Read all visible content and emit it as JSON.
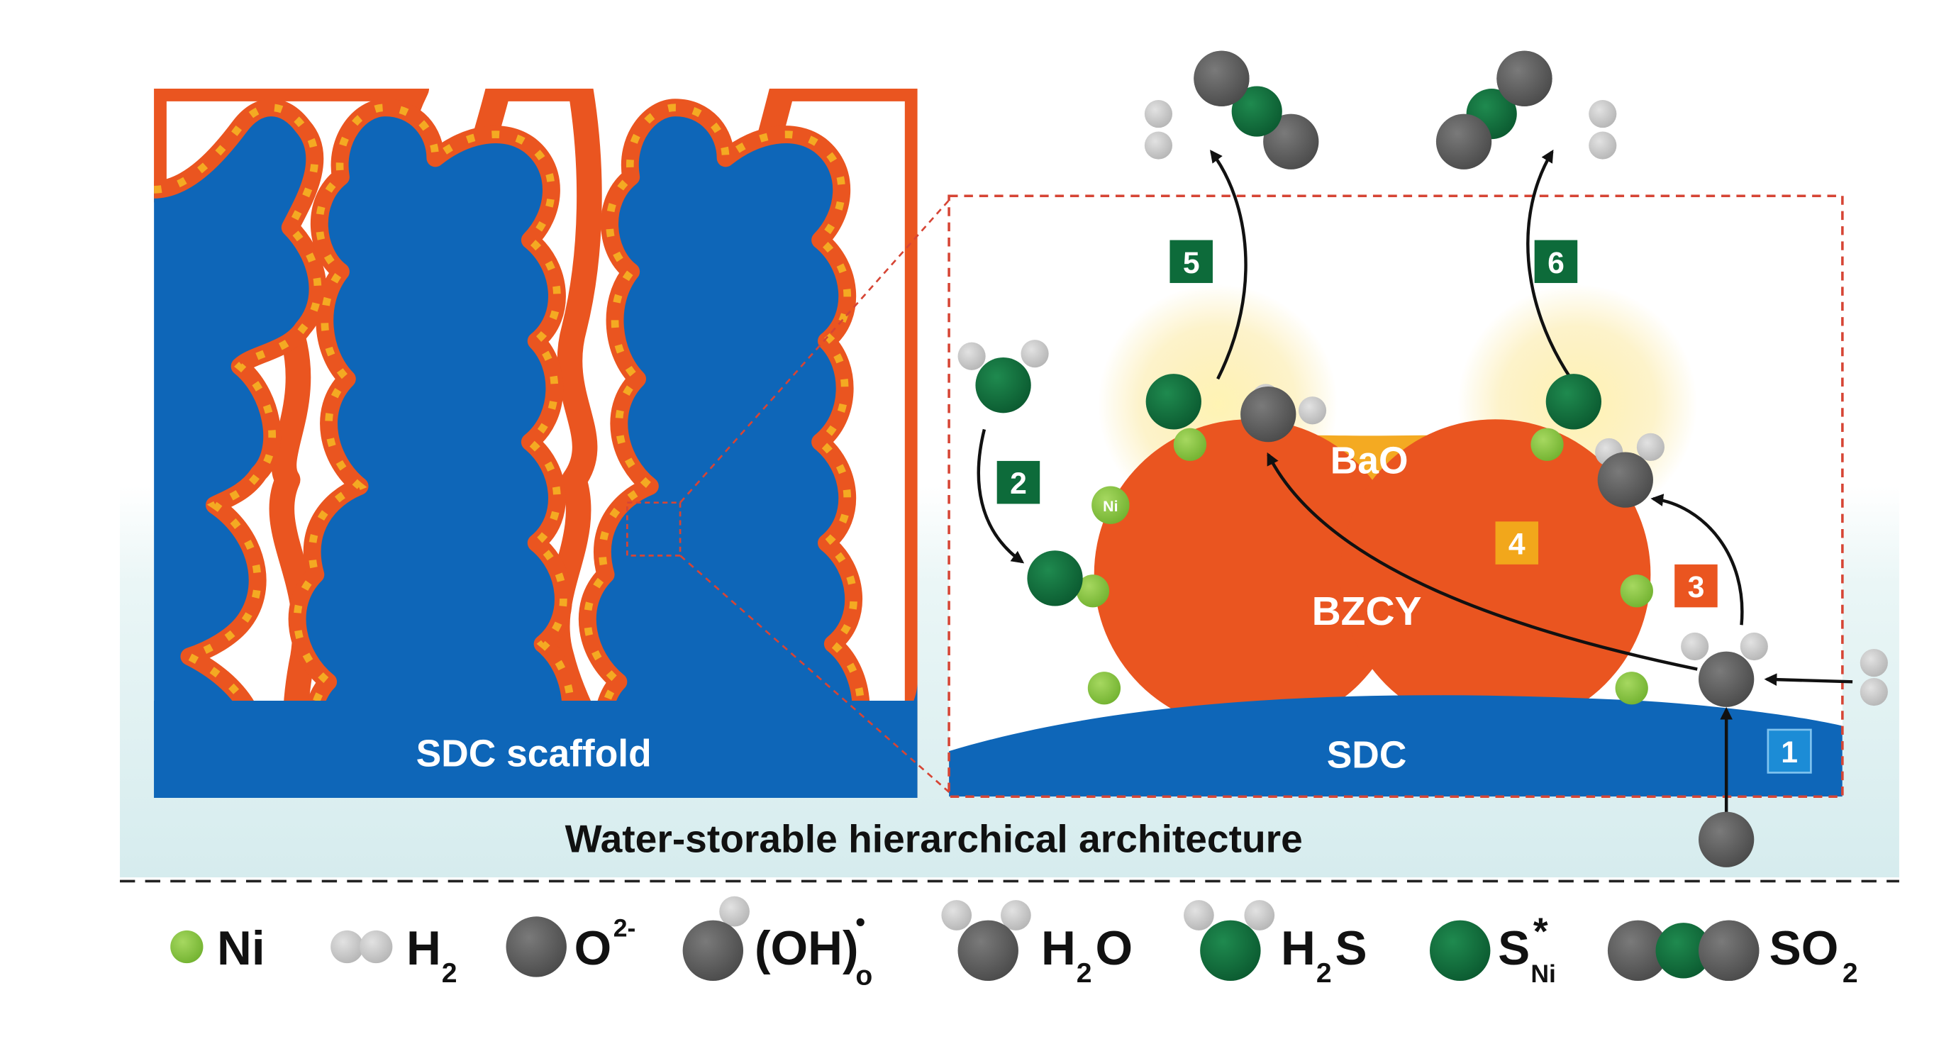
{
  "diagram": {
    "scaffold_label": "SDC scaffold",
    "architecture_caption": "Water-storable hierarchical architecture",
    "zoom": {
      "layer_sdc": "SDC",
      "layer_bzcy": "BZCY",
      "layer_bao": "BaO",
      "ni_particle_label": "Ni",
      "steps": [
        "1",
        "2",
        "3",
        "4",
        "5",
        "6"
      ]
    }
  },
  "legend": {
    "ni": "Ni",
    "h2": "H",
    "h2_sub": "2",
    "o": "O",
    "o_sup": "2-",
    "oh_open": "(OH)",
    "oh_sup": "•",
    "oh_sub": "o",
    "h2o_h": "H",
    "h2o_sub": "2",
    "h2o_o": "O",
    "h2s_h": "H",
    "h2s_sub": "2",
    "h2s_s": "S",
    "sni_s": "S",
    "sni_sup": "*",
    "sni_sub": "Ni",
    "so2_so": "SO",
    "so2_sub": "2"
  },
  "colors": {
    "sdc_blue": "#0e66b8",
    "bzcy_orange": "#ea5520",
    "bao_yellow": "#f4aa22",
    "ni_green": "#8cc63f",
    "sulfur_green": "#0d6b3a",
    "oxygen_gray": "#5a5a5a",
    "hydrogen_gray": "#c8c8c8",
    "step_dark_green": "#0d6b3a",
    "step_orange": "#ea5520",
    "step_yellow": "#f2a71b",
    "step_blue": "#1c8cd6",
    "zoom_border_red": "#d64535",
    "water_tint": "#dff0f1"
  }
}
